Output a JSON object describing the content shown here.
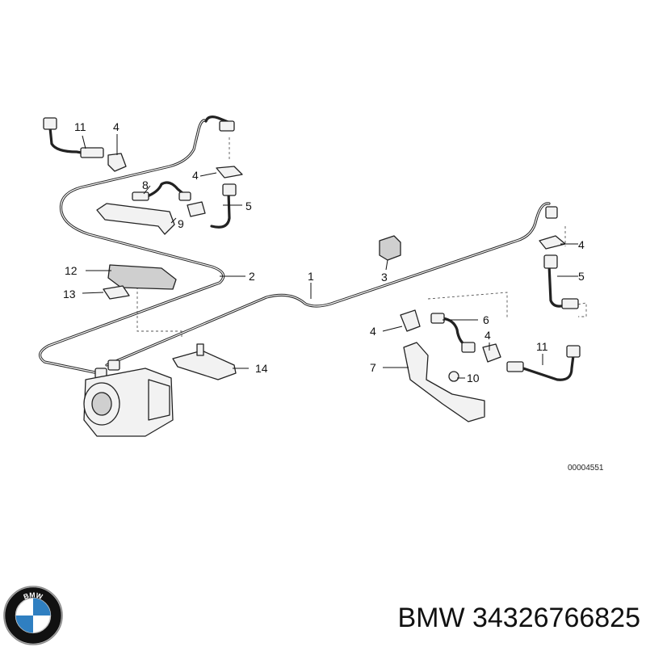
{
  "diagram": {
    "doc_number": "00004551",
    "callouts": [
      {
        "id": "c11a",
        "text": "11"
      },
      {
        "id": "c4a",
        "text": "4"
      },
      {
        "id": "c8",
        "text": "8"
      },
      {
        "id": "c4b",
        "text": "4"
      },
      {
        "id": "c5a",
        "text": "5"
      },
      {
        "id": "c9",
        "text": "9"
      },
      {
        "id": "c12",
        "text": "12"
      },
      {
        "id": "c2",
        "text": "2"
      },
      {
        "id": "c13",
        "text": "13"
      },
      {
        "id": "c1",
        "text": "1"
      },
      {
        "id": "c3",
        "text": "3"
      },
      {
        "id": "c4c",
        "text": "4"
      },
      {
        "id": "c5b",
        "text": "5"
      },
      {
        "id": "c6",
        "text": "6"
      },
      {
        "id": "c4d",
        "text": "4"
      },
      {
        "id": "c4e",
        "text": "4"
      },
      {
        "id": "c11b",
        "text": "11"
      },
      {
        "id": "c7",
        "text": "7"
      },
      {
        "id": "c10",
        "text": "10"
      },
      {
        "id": "c14",
        "text": "14"
      }
    ]
  },
  "caption": {
    "brand": "BMW",
    "part_number": "34326766825",
    "full": "BMW 34326766825"
  },
  "logo": {
    "letters": "BMW",
    "colors": {
      "ring": "#111111",
      "blue": "#2f7fc1",
      "white": "#ffffff"
    }
  }
}
